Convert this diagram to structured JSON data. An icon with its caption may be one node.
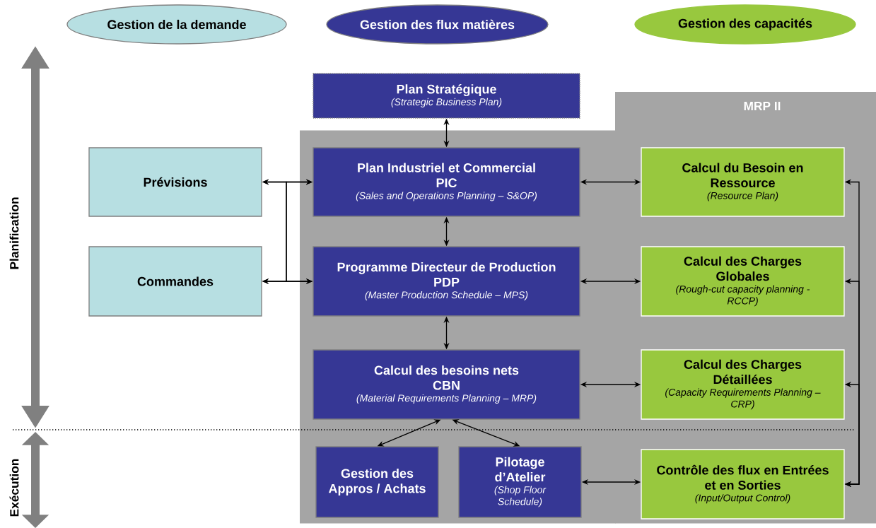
{
  "diagram": {
    "nodes": [
      {
        "text": [
          "Gestion de la demande"
        ]
      },
      {
        "text": [
          "Gestion des flux matières"
        ]
      },
      {
        "text": [
          "Gestion des capacités"
        ]
      },
      {
        "text": [
          "MRP II"
        ]
      },
      {
        "text": [
          "Plan Stratégique",
          "(Strategic Business Plan)"
        ]
      },
      {
        "text": [
          "Prévisions"
        ]
      },
      {
        "text": [
          "Commandes"
        ]
      },
      {
        "text": [
          "Plan Industriel et Commercial",
          "PIC",
          "(Sales and Operations Planning – S&OP)"
        ],
        "in": 3
      },
      {
        "text": [
          "Programme Directeur de Production",
          "PDP",
          "(Master Production Schedule – MPS)"
        ],
        "in": 3
      },
      {
        "text": [
          "Calcul des besoins nets",
          "CBN",
          "(Material Requirements Planning – MRP)"
        ],
        "in": 3
      },
      {
        "text": [
          "Calcul du Besoin en Ressource",
          "(Resource Plan)"
        ],
        "in": 3
      },
      {
        "text": [
          "Calcul des Charges Globales",
          "(Rough-cut capacity planning - RCCP)"
        ],
        "in": 3
      },
      {
        "text": [
          "Calcul des Charges Détaillées",
          "(Capacity Requirements Planning – CRP)"
        ],
        "in": 3
      },
      {
        "text": [
          "Gestion des Appros / Achats"
        ],
        "in": 3
      },
      {
        "text": [
          "Pilotage d’Atelier",
          "(Shop Floor Schedule)"
        ],
        "in": 3
      },
      {
        "text": [
          "Contrôle des flux en Entrées et en Sorties",
          "(Input/Output Control)"
        ],
        "in": 3
      }
    ],
    "edges": [
      {
        "from": 4,
        "to": 7,
        "arrow": "both"
      },
      {
        "from": 5,
        "to": 7,
        "arrow": "both"
      },
      {
        "from": 5,
        "to": 8,
        "arrow": "both"
      },
      {
        "from": 6,
        "to": 7,
        "arrow": "both"
      },
      {
        "from": 6,
        "to": 8,
        "arrow": "both"
      },
      {
        "from": 7,
        "to": 10,
        "arrow": "both"
      },
      {
        "from": 7,
        "to": 8,
        "arrow": "both"
      },
      {
        "from": 8,
        "to": 11,
        "arrow": "both"
      },
      {
        "from": 8,
        "to": 9,
        "arrow": "both"
      },
      {
        "from": 9,
        "to": 12,
        "arrow": "both"
      },
      {
        "from": 9,
        "to": 13,
        "arrow": "both"
      },
      {
        "from": 9,
        "to": 14,
        "arrow": "both"
      },
      {
        "from": 14,
        "to": 15,
        "arrow": "both"
      },
      {
        "from": 15,
        "to": 10,
        "arrow": "both"
      },
      {
        "from": 15,
        "to": 11,
        "arrow": "both"
      },
      {
        "from": 15,
        "to": 12,
        "arrow": "both"
      }
    ],
    "labels": [
      "Planification",
      "Exécution"
    ]
  }
}
